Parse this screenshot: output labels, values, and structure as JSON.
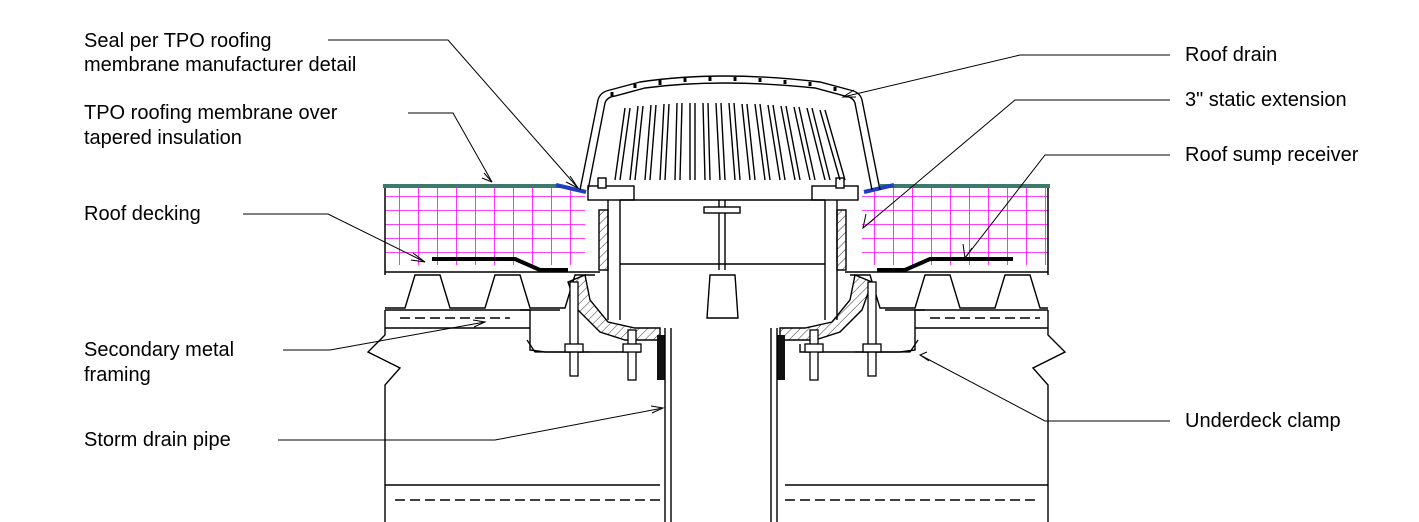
{
  "labels": {
    "seal_line1": "Seal per TPO roofing",
    "seal_line2": "membrane manufacturer detail",
    "tpo_line1": "TPO roofing membrane over",
    "tpo_line2": "tapered insulation",
    "roof_decking": "Roof decking",
    "secondary_line1": "Secondary metal",
    "secondary_line2": "framing",
    "storm_pipe": "Storm drain pipe",
    "roof_drain": "Roof drain",
    "static_ext": "3\" static extension",
    "sump_receiver": "Roof sump receiver",
    "underdeck_clamp": "Underdeck clamp"
  },
  "colors": {
    "membrane": "#3d7a6e",
    "insulation_grid": "#ff00ff",
    "seal": "#1f3fbf",
    "line": "#000000",
    "fill_gray": "#cfcfcf"
  }
}
